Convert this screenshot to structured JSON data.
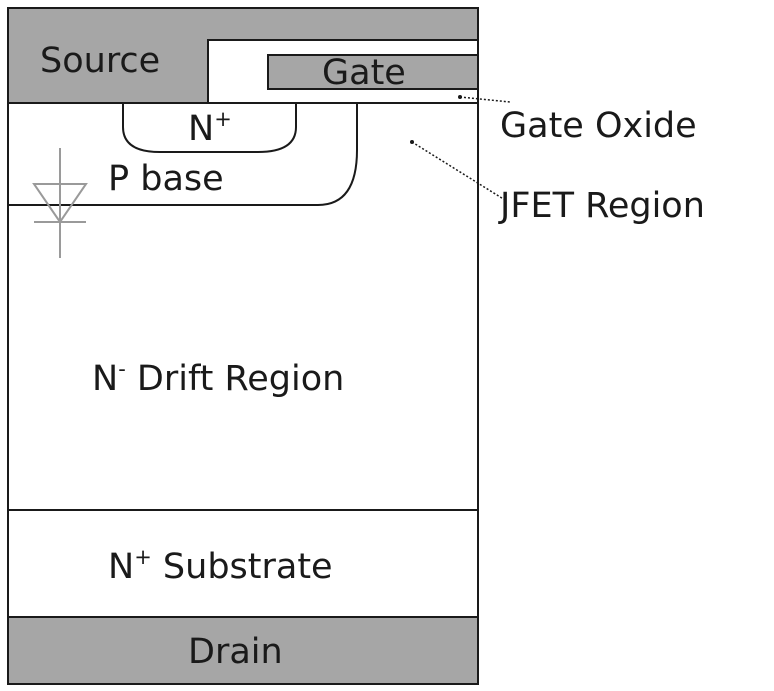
{
  "regions": {
    "source": "Source",
    "gate": "Gate",
    "n_plus_base": "N",
    "n_plus_sup": "+",
    "p_base": "P base",
    "drift_base": "N",
    "drift_sup": "-",
    "drift_rest": " Drift Region",
    "substrate_base": "N",
    "substrate_sup": "+",
    "substrate_rest": " Substrate",
    "drain": "Drain"
  },
  "callouts": {
    "gate_oxide": "Gate Oxide",
    "jfet_region": "JFET Region"
  },
  "colors": {
    "metal_fill": "#a6a6a6",
    "outline": "#1a1a1a",
    "diode_symbol": "#9a9a9a",
    "background": "#ffffff"
  }
}
